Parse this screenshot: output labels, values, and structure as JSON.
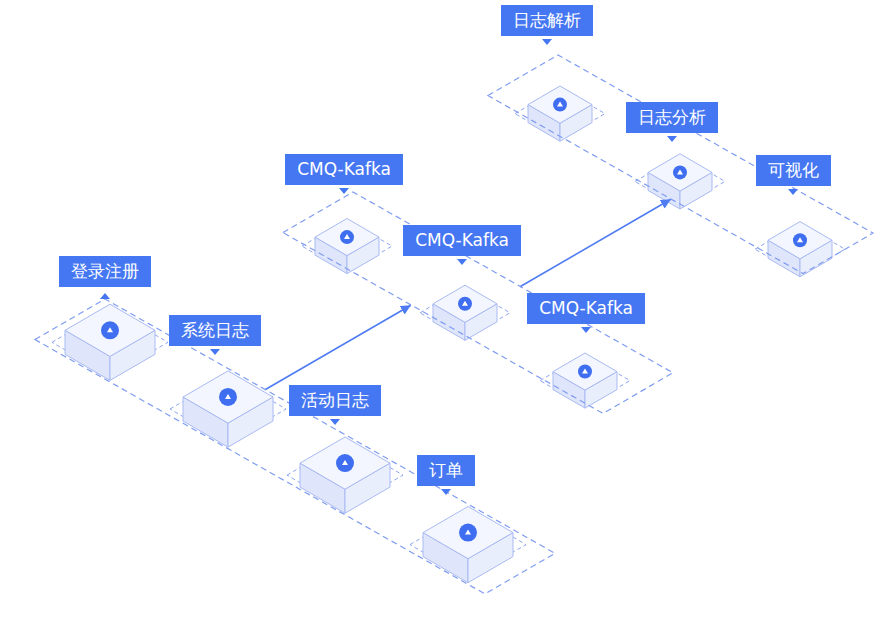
{
  "diagram": {
    "nodes": [
      {
        "text": []
      },
      {
        "text": [
          "登录注册"
        ],
        "in": 0
      },
      {
        "text": [
          "系统日志"
        ],
        "in": 0
      },
      {
        "text": [
          "活动日志"
        ],
        "in": 0
      },
      {
        "text": [
          "订单"
        ],
        "in": 0
      },
      {
        "text": []
      },
      {
        "text": [
          "CMQ-Kafka"
        ],
        "in": 5
      },
      {
        "text": [
          "CMQ-Kafka"
        ],
        "in": 5
      },
      {
        "text": [
          "CMQ-Kafka"
        ],
        "in": 5
      },
      {
        "text": []
      },
      {
        "text": [
          "日志解析"
        ],
        "in": 9
      },
      {
        "text": [
          "日志分析"
        ],
        "in": 9
      },
      {
        "text": [
          "可视化"
        ],
        "in": 9
      }
    ],
    "edges": [
      {
        "from": 0,
        "to": 5,
        "arrow": "to"
      },
      {
        "from": 5,
        "to": 9,
        "arrow": "to"
      }
    ]
  }
}
